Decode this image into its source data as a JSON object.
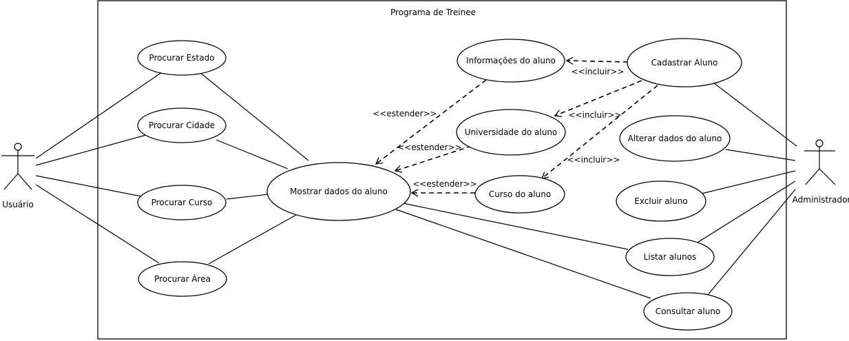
{
  "system": {
    "title": "Programa de Treinee"
  },
  "actors": {
    "usuario": "Usuário",
    "administrador": "Administrador"
  },
  "use_cases": {
    "procurar_estado": "Procurar Estado",
    "procurar_cidade": "Procurar Cidade",
    "procurar_curso": "Procurar Curso",
    "procurar_area": "Procurar Área",
    "mostrar_dados": "Mostrar dados do aluno",
    "informacoes_aluno": "Informações do aluno",
    "universidade_aluno": "Universidade do aluno",
    "curso_aluno": "Curso do aluno",
    "cadastrar_aluno": "Cadastrar Aluno",
    "alterar_dados": "Alterar dados do aluno",
    "excluir_aluno": "Excluir aluno",
    "listar_alunos": "Listar alunos",
    "consultar_aluno": "Consultar aluno"
  },
  "relation_labels": {
    "estender_1": "<<estender>>",
    "estender_2": "<<estender>>",
    "estender_3": "<<estender>>",
    "incluir_1": "<<incluir>>",
    "incluir_2": "<<incluir>>",
    "incluir_3": "<<incluir>>"
  }
}
